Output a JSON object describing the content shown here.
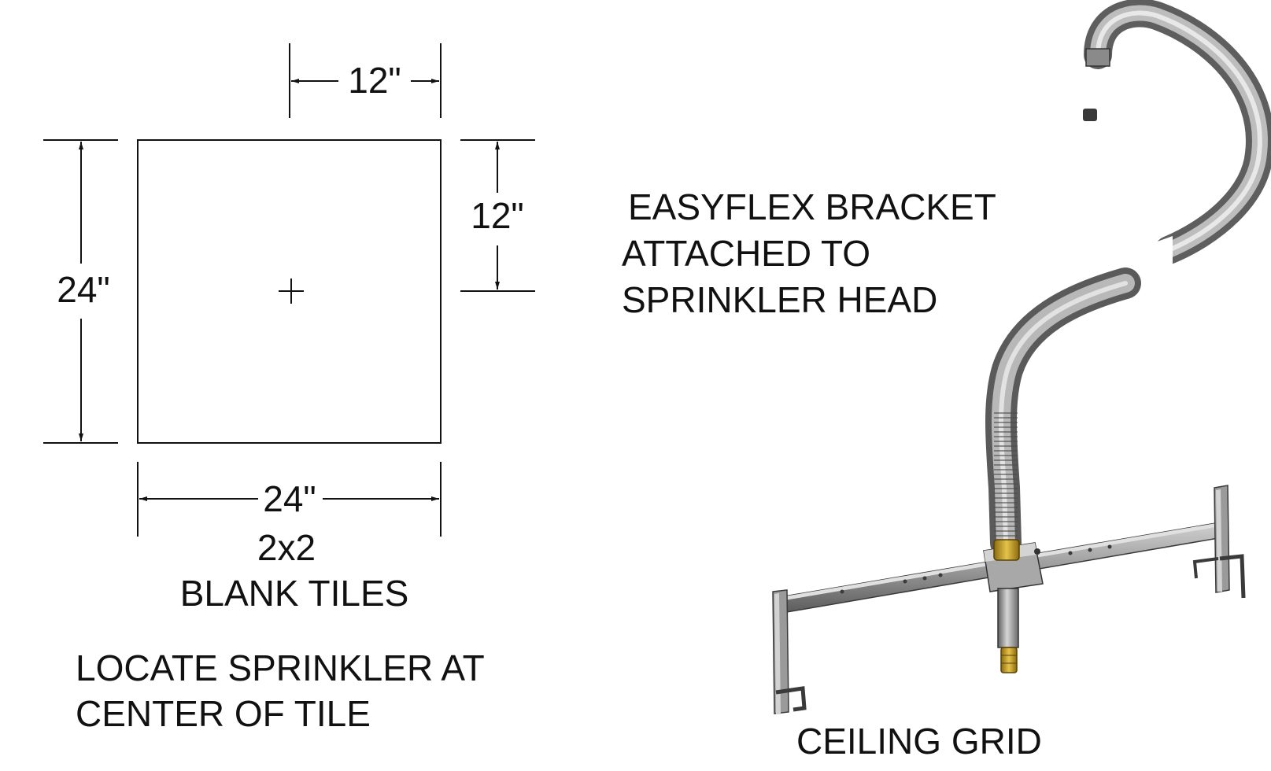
{
  "tile_drawing": {
    "dim_top": "12\"",
    "dim_right": "12\"",
    "dim_left": "24\"",
    "dim_bottom": "24\"",
    "tile_size": "2x2",
    "tile_type": "BLANK TILES",
    "locate_line1": "LOCATE SPRINKLER AT",
    "locate_line2": "CENTER OF TILE"
  },
  "bracket_drawing": {
    "caption_line1": "EASYFLEX BRACKET",
    "caption_line2": "ATTACHED TO",
    "caption_line3": "SPRINKLER HEAD",
    "grid_label": "CEILING GRID"
  },
  "colors": {
    "line": "#111111",
    "metal": "#8c8c8c",
    "metal_dark": "#5e5e5e",
    "metal_light": "#c9c9c9",
    "brass": "#c9a227"
  }
}
